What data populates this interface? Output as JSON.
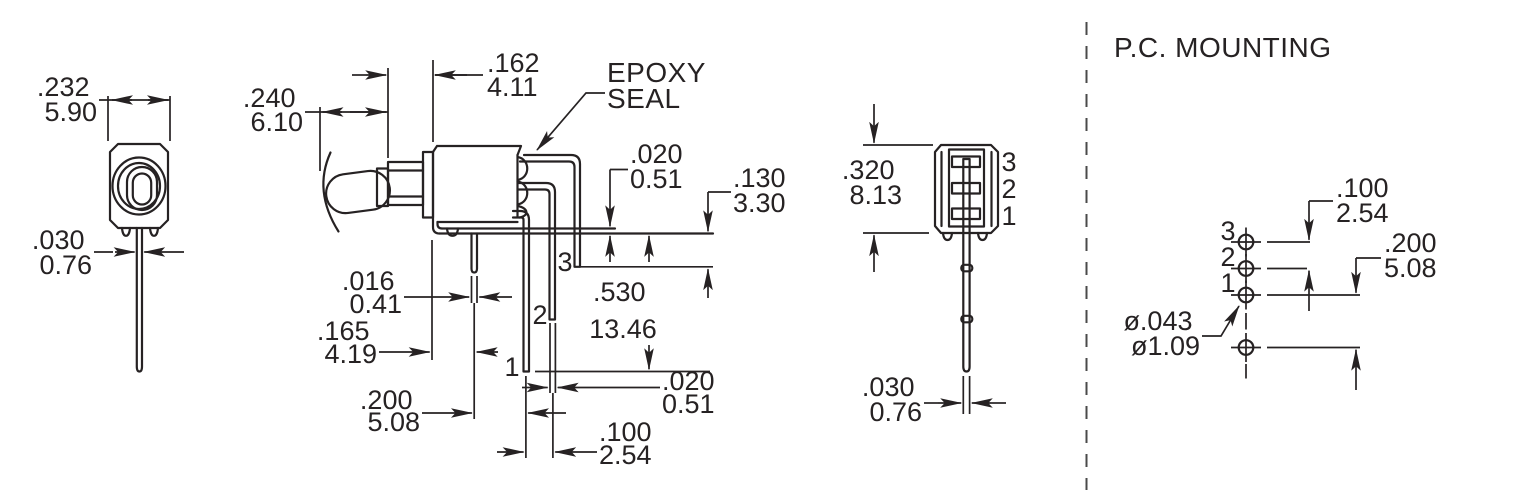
{
  "colors": {
    "line": "#262223",
    "background": "#ffffff",
    "separator": "#4a4a4a"
  },
  "views": {
    "front": {
      "dims": {
        "body_width": {
          "in": ".232",
          "mm": "5.90"
        },
        "pin_width": {
          "in": ".030",
          "mm": "0.76"
        }
      }
    },
    "side": {
      "epoxy_label": {
        "line1": "EPOXY",
        "line2": "SEAL"
      },
      "terminal_labels": {
        "t1": "1",
        "t2": "2",
        "t3": "3"
      },
      "dims": {
        "lever_length": {
          "in": ".240",
          "mm": "6.10"
        },
        "bushing_length": {
          "in": ".162",
          "mm": "4.11"
        },
        "standoff_height": {
          "in": ".020",
          "mm": "0.51"
        },
        "terminal3_length": {
          "in": ".130",
          "mm": "3.30"
        },
        "support_pin_width": {
          "in": ".016",
          "mm": "0.41"
        },
        "support_pin_offset": {
          "in": ".165",
          "mm": "4.19"
        },
        "terminal_length": {
          "in": ".530",
          "mm": "13.46"
        },
        "support_to_pin1": {
          "in": ".200",
          "mm": "5.08"
        },
        "terminal_thickness": {
          "in": ".020",
          "mm": "0.51"
        },
        "pin1_to_pin2": {
          "in": ".100",
          "mm": "2.54"
        }
      }
    },
    "back": {
      "terminal_labels": {
        "t1": "1",
        "t2": "2",
        "t3": "3"
      },
      "dims": {
        "body_height": {
          "in": ".320",
          "mm": "8.13"
        },
        "pin_width": {
          "in": ".030",
          "mm": "0.76"
        }
      }
    },
    "pc_mounting": {
      "title": "P.C. MOUNTING",
      "hole_labels": {
        "h1": "1",
        "h2": "2",
        "h3": "3"
      },
      "dims": {
        "hole_pitch": {
          "in": ".100",
          "mm": "2.54"
        },
        "hole_pitch_2x": {
          "in": ".200",
          "mm": "5.08"
        },
        "hole_diameter": {
          "in": "ø.043",
          "mm": "ø1.09"
        }
      }
    }
  }
}
